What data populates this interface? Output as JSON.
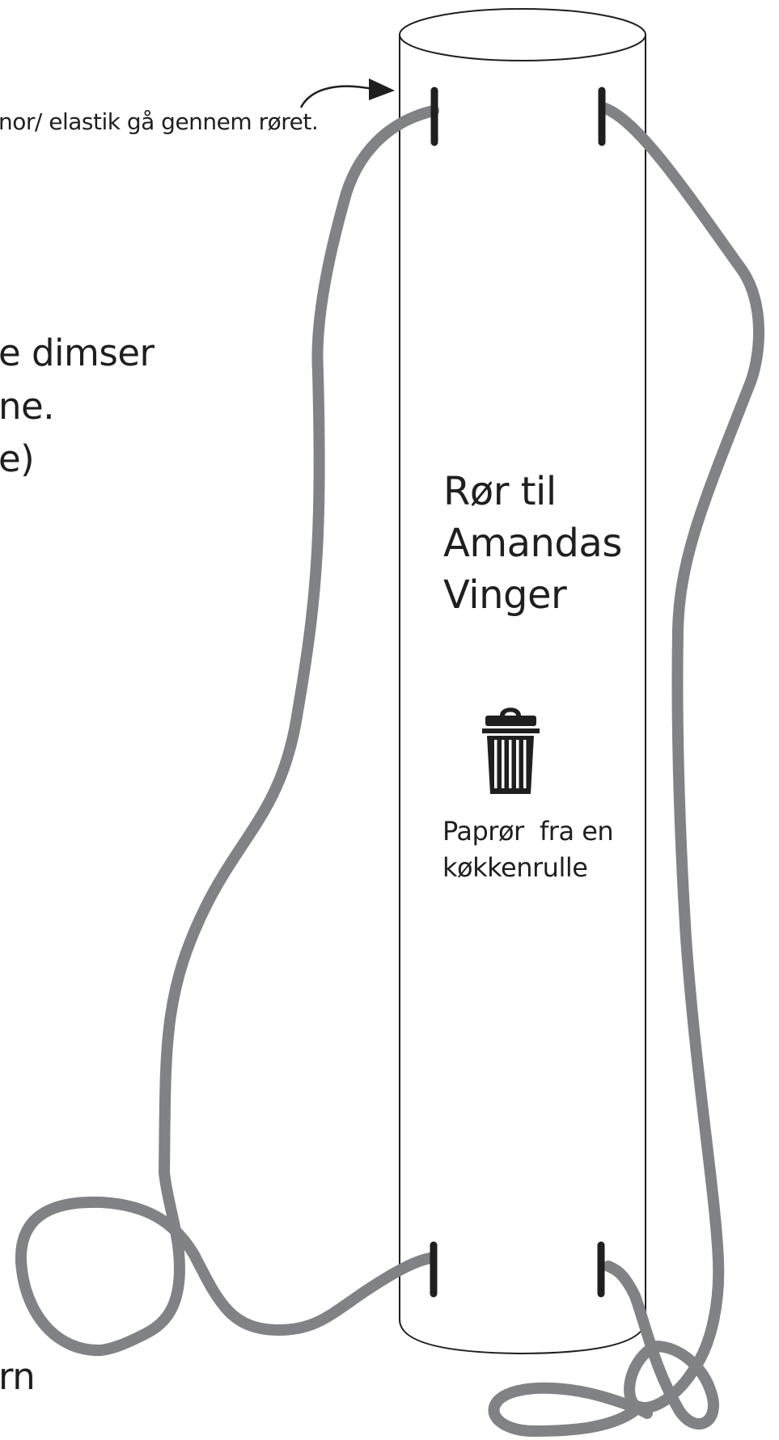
{
  "annotation": {
    "hole_note": "nor/ elastik gå gennem røret."
  },
  "side_text": {
    "line1": "e dimser",
    "line2": "ne.",
    "line3": "e)",
    "line4": "rn"
  },
  "tube": {
    "title_lines": [
      "Rør til",
      "Amandas",
      "Vinger"
    ],
    "caption_lines": [
      "Paprør  fra en",
      "køkkenrulle"
    ]
  },
  "icons": {
    "arrow": "arrow-icon",
    "trash": "trash-can-icon"
  },
  "colors": {
    "ink": "#1f1f1f",
    "cord": "#808285",
    "background": "#ffffff"
  }
}
